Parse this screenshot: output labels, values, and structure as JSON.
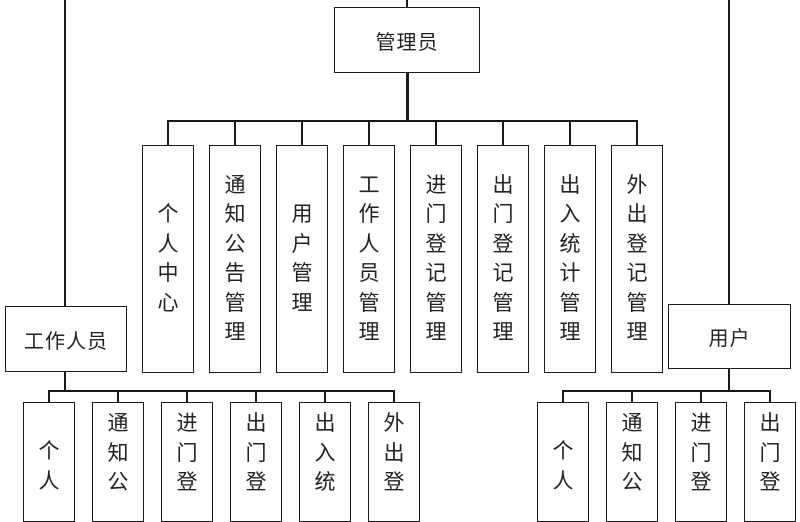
{
  "diagram": {
    "type": "hierarchy",
    "roles": {
      "admin": {
        "label": "管理员",
        "modules": [
          {
            "label": "个人中心"
          },
          {
            "label": "通知公告管理"
          },
          {
            "label": "用户管理"
          },
          {
            "label": "工作人员管理"
          },
          {
            "label": "进门登记管理"
          },
          {
            "label": "出门登记管理"
          },
          {
            "label": "出入统计管理"
          },
          {
            "label": "外出登记管理"
          }
        ]
      },
      "staff": {
        "label": "工作人员",
        "modules_visible_text": [
          {
            "label": "个人"
          },
          {
            "label": "通知公"
          },
          {
            "label": "进门登"
          },
          {
            "label": "出门登"
          },
          {
            "label": "出入统"
          },
          {
            "label": "外出登"
          }
        ]
      },
      "user": {
        "label": "用户",
        "modules_visible_text": [
          {
            "label": "个人"
          },
          {
            "label": "通知公"
          },
          {
            "label": "进门登"
          },
          {
            "label": "出门登"
          }
        ]
      }
    }
  }
}
